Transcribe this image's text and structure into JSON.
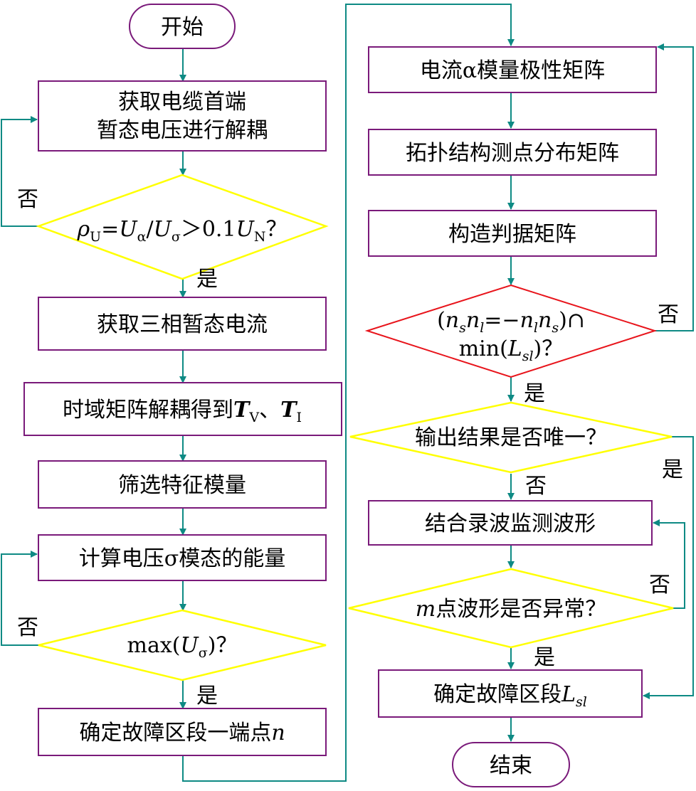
{
  "nodes": {
    "start": "开始",
    "acquire_voltage": [
      "获取电缆首端",
      "暂态电压进行解耦"
    ],
    "cond_rho": {
      "rho": "ρ",
      "rho_sub": "U",
      "eq": "=",
      "ua": "U",
      "ua_sub": "α",
      "slash": "/",
      "us": "U",
      "us_sub": "σ",
      "gt": "＞0.1",
      "un": "U",
      "un_sub": "N",
      "q": "？"
    },
    "acquire_current": "获取三相暂态电流",
    "decouple": {
      "text": "时域矩阵解耦得到",
      "tv": "T",
      "tv_sub": "V",
      "sep": "、",
      "ti": "T",
      "ti_sub": "I"
    },
    "select_mode": "筛选特征模量",
    "compute_energy": "计算电压σ模态的能量",
    "cond_max": {
      "pre": "max(",
      "u": "U",
      "u_sub": "σ",
      "post": ")？"
    },
    "endpoint": {
      "text": "确定故障区段一端点",
      "n": "n"
    },
    "alpha_matrix": "电流α模量极性矩阵",
    "topo_matrix": "拓扑结构测点分布矩阵",
    "criterion_matrix": "构造判据矩阵",
    "cond_criterion": {
      "line1": {
        "a": "(",
        "n1": "n",
        "s1": "s",
        "n2": "n",
        "s2": "l",
        "eq": "=−",
        "n3": "n",
        "s3": "l",
        "n4": "n",
        "s4": "s",
        "b": ")∩"
      },
      "line2": {
        "pre": "min(",
        "l": "L",
        "l_sub": "sl",
        "post": ")？"
      }
    },
    "cond_unique": "输出结果是否唯一？",
    "combine_wave": "结合录波监测波形",
    "cond_wave": {
      "m": "m",
      "text": "点波形是否异常？"
    },
    "final_segment": {
      "text": "确定故障区段",
      "l": "L",
      "l_sub": "sl"
    },
    "end": "结束"
  },
  "edge_labels": {
    "rho_no": "否",
    "rho_yes": "是",
    "max_no": "否",
    "max_yes": "是",
    "criterion_no": "否",
    "criterion_yes": "是",
    "unique_yes": "是",
    "unique_no": "否",
    "wave_no": "否",
    "wave_yes": "是"
  }
}
